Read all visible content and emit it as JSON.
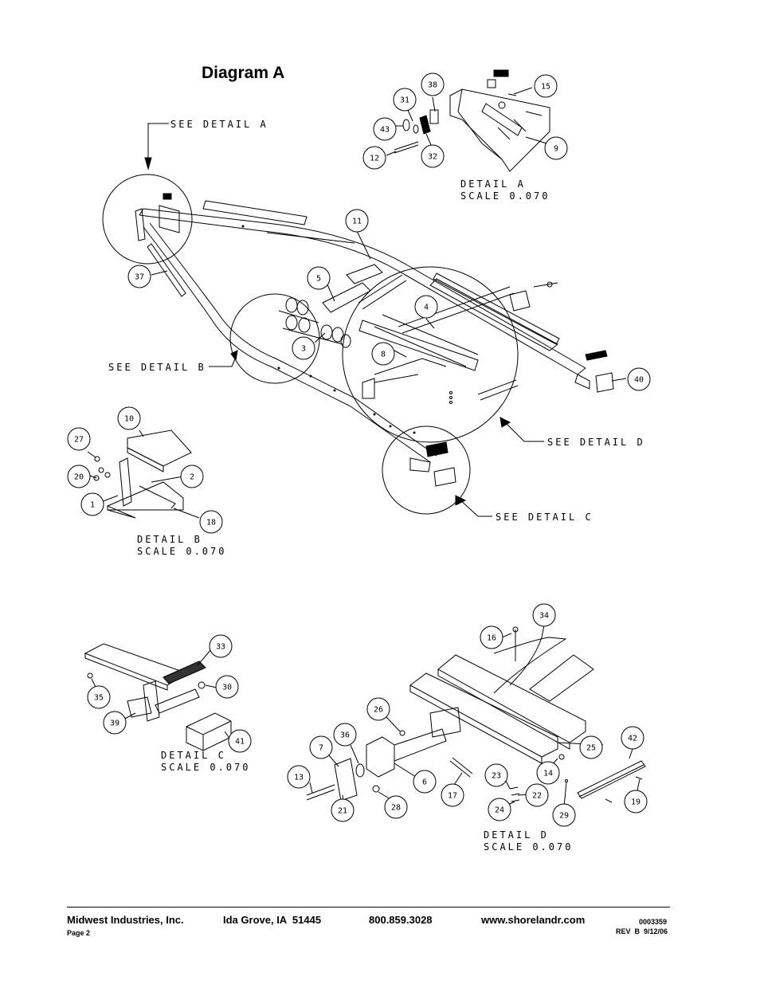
{
  "title": "Diagram A",
  "callouts": {
    "see_detail_a": "SEE DETAIL A",
    "see_detail_b": "SEE DETAIL B",
    "see_detail_c": "SEE DETAIL C",
    "see_detail_d": "SEE DETAIL D"
  },
  "details": {
    "a": {
      "name": "DETAIL A",
      "scale": "SCALE 0.070"
    },
    "b": {
      "name": "DETAIL B",
      "scale": "SCALE 0.070"
    },
    "c": {
      "name": "DETAIL C",
      "scale": "SCALE 0.070"
    },
    "d": {
      "name": "DETAIL D",
      "scale": "SCALE 0.070"
    }
  },
  "parts": {
    "main": [
      "11",
      "37",
      "5",
      "4",
      "3",
      "8",
      "40"
    ],
    "detail_a": [
      "38",
      "31",
      "15",
      "43",
      "32",
      "12",
      "9"
    ],
    "detail_b": [
      "10",
      "27",
      "20",
      "2",
      "1",
      "18"
    ],
    "detail_c": [
      "33",
      "35",
      "30",
      "39",
      "41"
    ],
    "detail_d": [
      "34",
      "16",
      "26",
      "36",
      "7",
      "25",
      "42",
      "13",
      "6",
      "23",
      "14",
      "22",
      "17",
      "24",
      "29",
      "19",
      "21",
      "28"
    ]
  },
  "footer": {
    "company": "Midwest Industries, Inc.",
    "address": "Ida Grove, IA  51445",
    "phone": "800.859.3028",
    "website": "www.shorelandr.com",
    "doc_number": "0003359",
    "page": "Page 2",
    "revision": "REV  B  9/12/06"
  }
}
